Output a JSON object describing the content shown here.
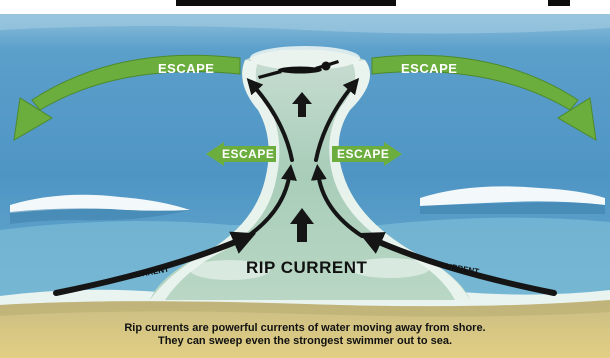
{
  "labels": {
    "escape_top_left": "ESCAPE",
    "escape_top_right": "ESCAPE",
    "escape_mid_left": "ESCAPE",
    "escape_mid_right": "ESCAPE",
    "rip_current": "RIP CURRENT",
    "current_left": "CURRENT",
    "current_right": "CURRENT"
  },
  "caption": {
    "line1": "Rip currents are powerful currents of water moving away from shore.",
    "line2": "They can sweep even the strongest swimmer out to sea."
  },
  "colors": {
    "ocean_deep": "#4e93c2",
    "ocean_light": "#8cc7dc",
    "rip_water": "#a9cdb8",
    "foam": "#f2f7f4",
    "sand": "#d9c47a",
    "escape_arrow": "#6cae3e",
    "current_arrow": "#151515"
  }
}
